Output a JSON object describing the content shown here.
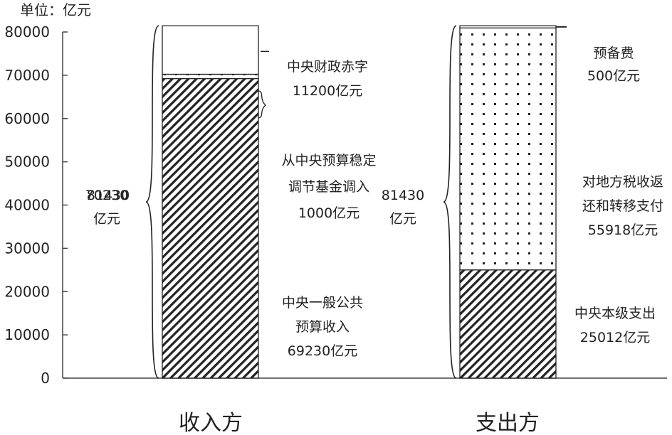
{
  "chart_data": {
    "type": "bar",
    "unit_label": "单位：亿元",
    "yticks": [
      0,
      10000,
      20000,
      30000,
      40000,
      50000,
      60000,
      70000,
      80000
    ],
    "ylim": [
      0,
      80000
    ],
    "categories": [
      "收入方",
      "支出方"
    ],
    "stacks": [
      {
        "category": "收入方",
        "total_text": [
          "70230",
          "亿元"
        ],
        "total_overlap_text": "81430",
        "segments": [
          {
            "pattern": "hatch",
            "value": 69230,
            "text": [
              "中央一般公共",
              "预算收入",
              "69230亿元"
            ]
          },
          {
            "pattern": "dots",
            "value": 1000,
            "text": [
              "从中央预算稳定",
              "调节基金调入",
              "1000亿元"
            ]
          },
          {
            "pattern": "blank",
            "value": 11200,
            "text": [
              "中央财政赤字",
              "11200亿元"
            ]
          }
        ]
      },
      {
        "category": "支出方",
        "total_text": [
          "81430",
          "亿元"
        ],
        "segments": [
          {
            "pattern": "hatch",
            "value": 25012,
            "text": [
              "中央本级支出",
              "25012亿元"
            ]
          },
          {
            "pattern": "dots",
            "value": 55918,
            "text": [
              "对地方税收返",
              "还和转移支付",
              "55918亿元"
            ]
          },
          {
            "pattern": "blank",
            "value": 500,
            "text": [
              "预备费",
              "500亿元"
            ]
          }
        ]
      }
    ]
  }
}
